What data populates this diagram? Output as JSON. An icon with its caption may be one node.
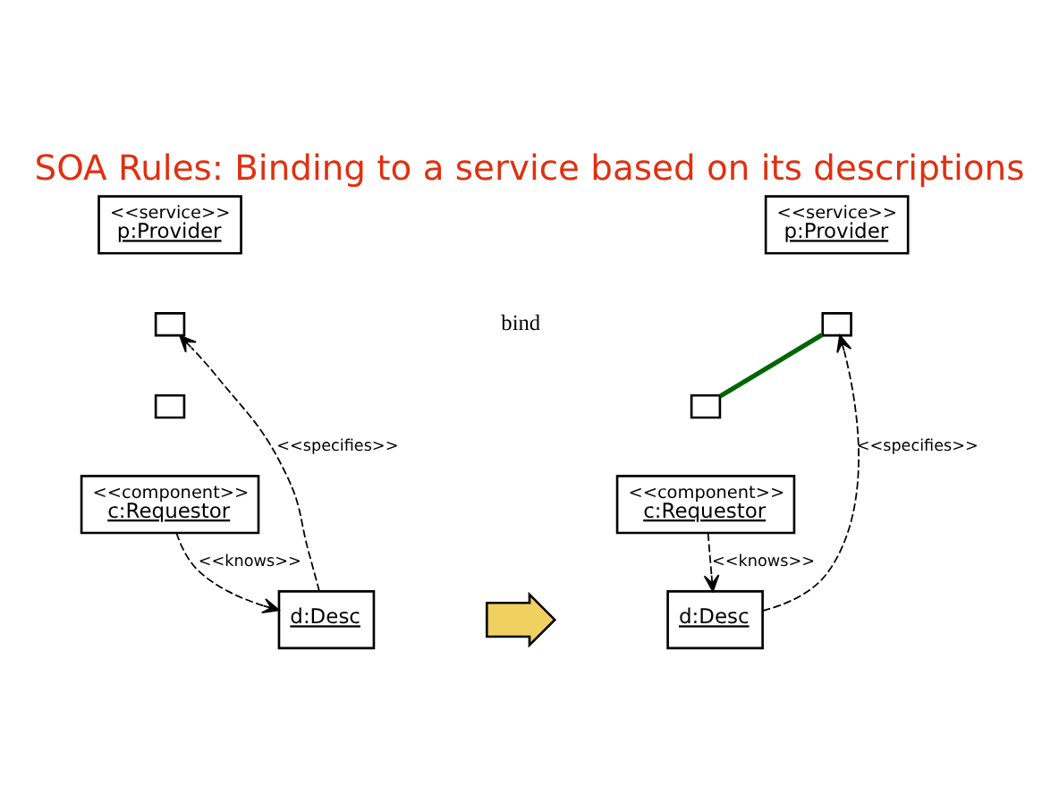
{
  "diagram": {
    "title": "SOA Rules: Binding to a service based on its descriptions",
    "nodes": [
      {
        "text": [
          "<<service>>",
          "p:Provider"
        ]
      },
      {
        "text": [],
        "shape": "box"
      },
      {
        "text": [
          "d:Desc"
        ]
      },
      {
        "text": [
          "<<component>>",
          "c:Requestor"
        ]
      },
      {
        "text": [
          "<<service>>",
          "p:Provider"
        ]
      },
      {
        "text": [],
        "shape": "box"
      },
      {
        "text": [
          "d:Desc"
        ]
      },
      {
        "text": [
          "<<component>>",
          "c:Requestor"
        ]
      },
      {
        "text": [],
        "shape": "box"
      },
      {
        "text": [],
        "shape": "box"
      },
      {
        "text": [],
        "shape": "arrow"
      }
    ],
    "edges": [
      {
        "from": 2,
        "to": 1,
        "arrow": "to",
        "style": "dashed",
        "label": "<<specifies>>"
      },
      {
        "from": 3,
        "to": 2,
        "arrow": "to",
        "style": "dashed",
        "label": "<<knows>>"
      },
      {
        "from": 6,
        "to": 5,
        "arrow": "to",
        "style": "dashed",
        "label": "<<specifies>>"
      },
      {
        "from": 7,
        "to": 6,
        "arrow": "to",
        "style": "dashed",
        "label": "<<knows>>"
      },
      {
        "from": 5,
        "to": 8,
        "arrow": "none",
        "style": "thick",
        "color": "#006600"
      }
    ],
    "labels": [
      "bind"
    ]
  }
}
